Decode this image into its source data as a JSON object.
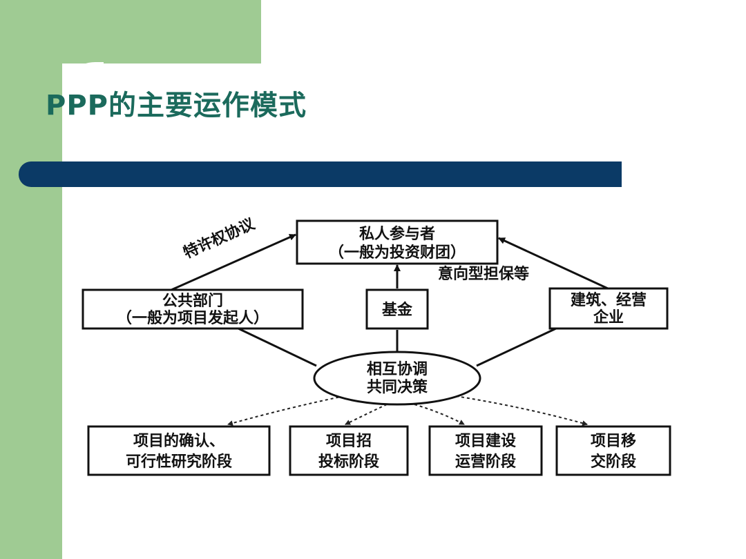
{
  "slide": {
    "title": "PPP的主要运作模式"
  },
  "diagram": {
    "private": {
      "line1": "私人参与者",
      "line2": "（一般为投资财团）"
    },
    "public": {
      "line1": "公共部门",
      "line2": "（一般为项目发起人）"
    },
    "fund": {
      "label": "基金"
    },
    "construction": {
      "line1": "建筑、经营",
      "line2": "企业"
    },
    "center": {
      "line1": "相互协调",
      "line2": "共同决策"
    },
    "edge_labels": {
      "concession": "特许权协议",
      "guarantee": "意向型担保等"
    },
    "phases": [
      {
        "line1": "项目的确认、",
        "line2": "可行性研究阶段"
      },
      {
        "line1": "项目招",
        "line2": "投标阶段"
      },
      {
        "line1": "项目建设",
        "line2": "运营阶段"
      },
      {
        "line1": "项目移",
        "line2": "交阶段"
      }
    ]
  }
}
